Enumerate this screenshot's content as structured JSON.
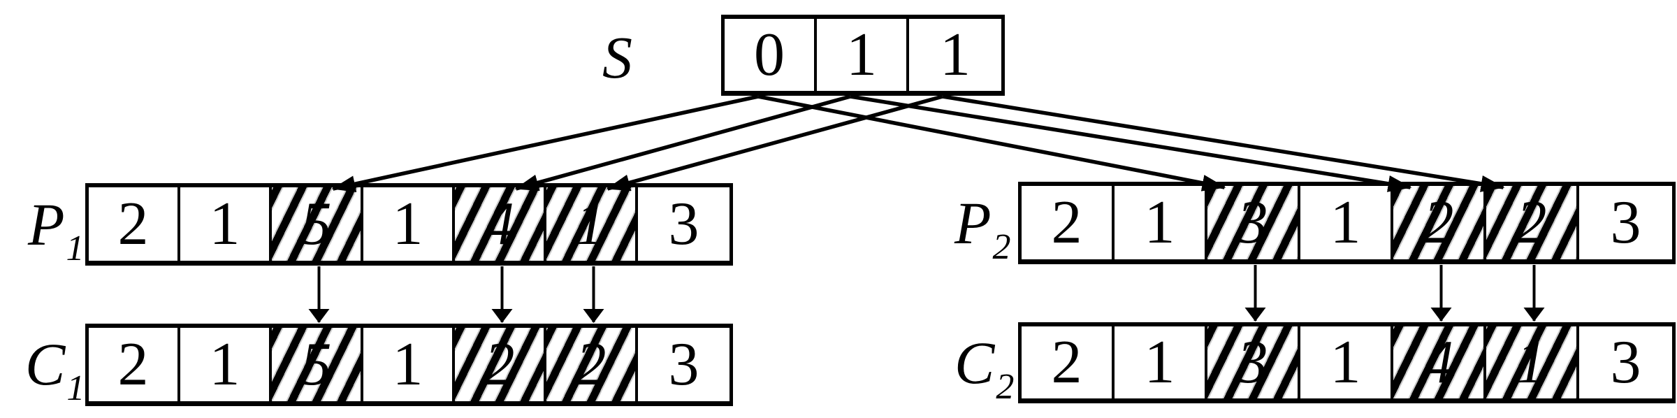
{
  "mask": {
    "label": {
      "main": "S",
      "sub": ""
    },
    "cells": [
      "0",
      "1",
      "1"
    ]
  },
  "arrays": [
    {
      "id": "p1",
      "role": "parent",
      "label": {
        "main": "P",
        "sub": "1"
      },
      "cells": [
        "2",
        "1",
        "5",
        "1",
        "4",
        "1",
        "3"
      ],
      "hatched": [
        2,
        4,
        5
      ]
    },
    {
      "id": "p2",
      "role": "parent",
      "label": {
        "main": "P",
        "sub": "2"
      },
      "cells": [
        "2",
        "1",
        "3",
        "1",
        "2",
        "2",
        "3"
      ],
      "hatched": [
        2,
        4,
        5
      ]
    },
    {
      "id": "c1",
      "role": "child",
      "label": {
        "main": "C",
        "sub": "1"
      },
      "cells": [
        "2",
        "1",
        "5",
        "1",
        "2",
        "2",
        "3"
      ],
      "hatched": [
        2,
        4,
        5
      ]
    },
    {
      "id": "c2",
      "role": "child",
      "label": {
        "main": "C",
        "sub": "2"
      },
      "cells": [
        "2",
        "1",
        "3",
        "1",
        "4",
        "1",
        "3"
      ],
      "hatched": [
        2,
        4,
        5
      ]
    }
  ],
  "mask_arrows": [
    {
      "from_mask_cell": 0,
      "to_array": "p1",
      "to_cell": 2
    },
    {
      "from_mask_cell": 0,
      "to_array": "p2",
      "to_cell": 2
    },
    {
      "from_mask_cell": 1,
      "to_array": "p1",
      "to_cell": 4
    },
    {
      "from_mask_cell": 1,
      "to_array": "p2",
      "to_cell": 4
    },
    {
      "from_mask_cell": 2,
      "to_array": "p1",
      "to_cell": 5
    },
    {
      "from_mask_cell": 2,
      "to_array": "p2",
      "to_cell": 5
    }
  ],
  "copy_arrows": [
    {
      "from_array": "p1",
      "to_array": "c1",
      "cell": 2
    },
    {
      "from_array": "p1",
      "to_array": "c1",
      "cell": 4
    },
    {
      "from_array": "p1",
      "to_array": "c1",
      "cell": 5
    },
    {
      "from_array": "p2",
      "to_array": "c2",
      "cell": 2
    },
    {
      "from_array": "p2",
      "to_array": "c2",
      "cell": 4
    },
    {
      "from_array": "p2",
      "to_array": "c2",
      "cell": 5
    }
  ],
  "colors": {
    "ink": "#000000",
    "background": "#ffffff"
  }
}
